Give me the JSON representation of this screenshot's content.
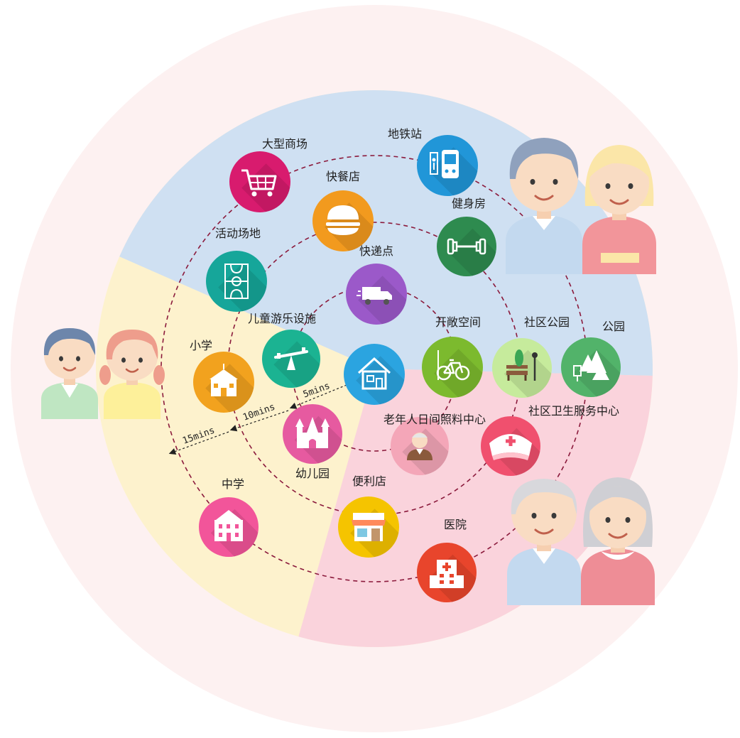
{
  "colors": {
    "outer_bg": "#fdf1f1",
    "zone_blue": "#cfe0f2",
    "zone_yellow": "#fdf2cd",
    "zone_pink": "#fad3dc",
    "ring": "#8b1a3c"
  },
  "facilities": [
    {
      "id": "center",
      "label": "",
      "icon": "home-icon",
      "color": "#2ba4e0"
    },
    {
      "id": "elderly-care",
      "label": "老年人日间照料中心",
      "icon": "elderly-person-icon",
      "color": "#f4a6b8"
    },
    {
      "id": "express",
      "label": "快递点",
      "icon": "delivery-truck-icon",
      "color": "#9b59c9"
    },
    {
      "id": "playground",
      "label": "儿童游乐设施",
      "icon": "seesaw-icon",
      "color": "#1bb392"
    },
    {
      "id": "open-space",
      "label": "开敞空间",
      "icon": "bicycle-icon",
      "color": "#7cba2e"
    },
    {
      "id": "kindergarten",
      "label": "幼儿园",
      "icon": "castle-icon",
      "color": "#e65aa0"
    },
    {
      "id": "fast-food",
      "label": "快餐店",
      "icon": "burger-icon",
      "color": "#f29a1e"
    },
    {
      "id": "gym",
      "label": "健身房",
      "icon": "dumbbell-icon",
      "color": "#2e8b4f"
    },
    {
      "id": "activity",
      "label": "活动场地",
      "icon": "court-icon",
      "color": "#16a69a"
    },
    {
      "id": "primary",
      "label": "小学",
      "icon": "school-icon",
      "color": "#f2a21e"
    },
    {
      "id": "community-park",
      "label": "社区公园",
      "icon": "bench-icon",
      "color": "#c6eb9c"
    },
    {
      "id": "clinic",
      "label": "社区卫生服务中心",
      "icon": "nurse-cap-icon",
      "color": "#f0506e"
    },
    {
      "id": "store",
      "label": "便利店",
      "icon": "store-icon",
      "color": "#f5c400"
    },
    {
      "id": "mall",
      "label": "大型商场",
      "icon": "shopping-cart-icon",
      "color": "#d81b6e"
    },
    {
      "id": "metro",
      "label": "地铁站",
      "icon": "metro-icon",
      "color": "#2196d8"
    },
    {
      "id": "park",
      "label": "公园",
      "icon": "trees-icon",
      "color": "#52b36a"
    },
    {
      "id": "middle",
      "label": "中学",
      "icon": "college-icon",
      "color": "#f2559a"
    },
    {
      "id": "hospital",
      "label": "医院",
      "icon": "hospital-icon",
      "color": "#e8452c"
    }
  ],
  "rings": [
    {
      "time_label": "5mins"
    },
    {
      "time_label": "10mins"
    },
    {
      "time_label": "15mins"
    }
  ],
  "groups": [
    {
      "id": "children",
      "icon": "children-icon"
    },
    {
      "id": "adults",
      "icon": "adults-icon"
    },
    {
      "id": "seniors",
      "icon": "seniors-icon"
    }
  ]
}
